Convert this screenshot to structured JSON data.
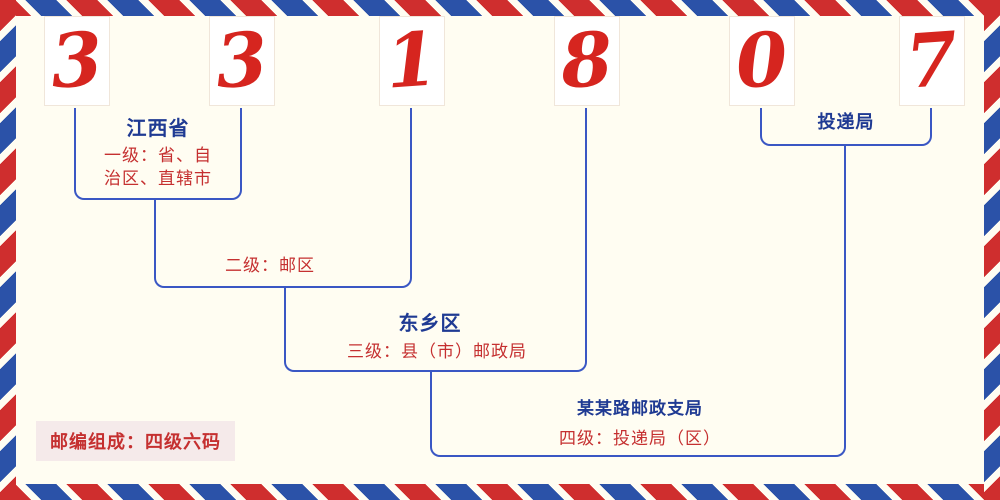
{
  "postal_code": {
    "digits": [
      "3",
      "3",
      "1",
      "8",
      "0",
      "7"
    ]
  },
  "annotations": {
    "province": "江西省",
    "level1_line1": "一级：省、自",
    "level1_line2": "治区、直辖市",
    "level2": "二级：邮区",
    "district": "东乡区",
    "level3": "三级：县（市）邮政局",
    "branch": "某某路邮政支局",
    "level4": "四级：投递局（区）",
    "delivery_office": "投递局",
    "footer": "邮编组成：四级六码"
  },
  "colors": {
    "digit_red": "#d6251f",
    "line_blue": "#3a57c4",
    "label_navy": "#1f3a93",
    "label_red": "#c53030",
    "stripe_red": "#cf2e2e",
    "stripe_blue": "#2b52a8",
    "background": "#fffdf2"
  }
}
